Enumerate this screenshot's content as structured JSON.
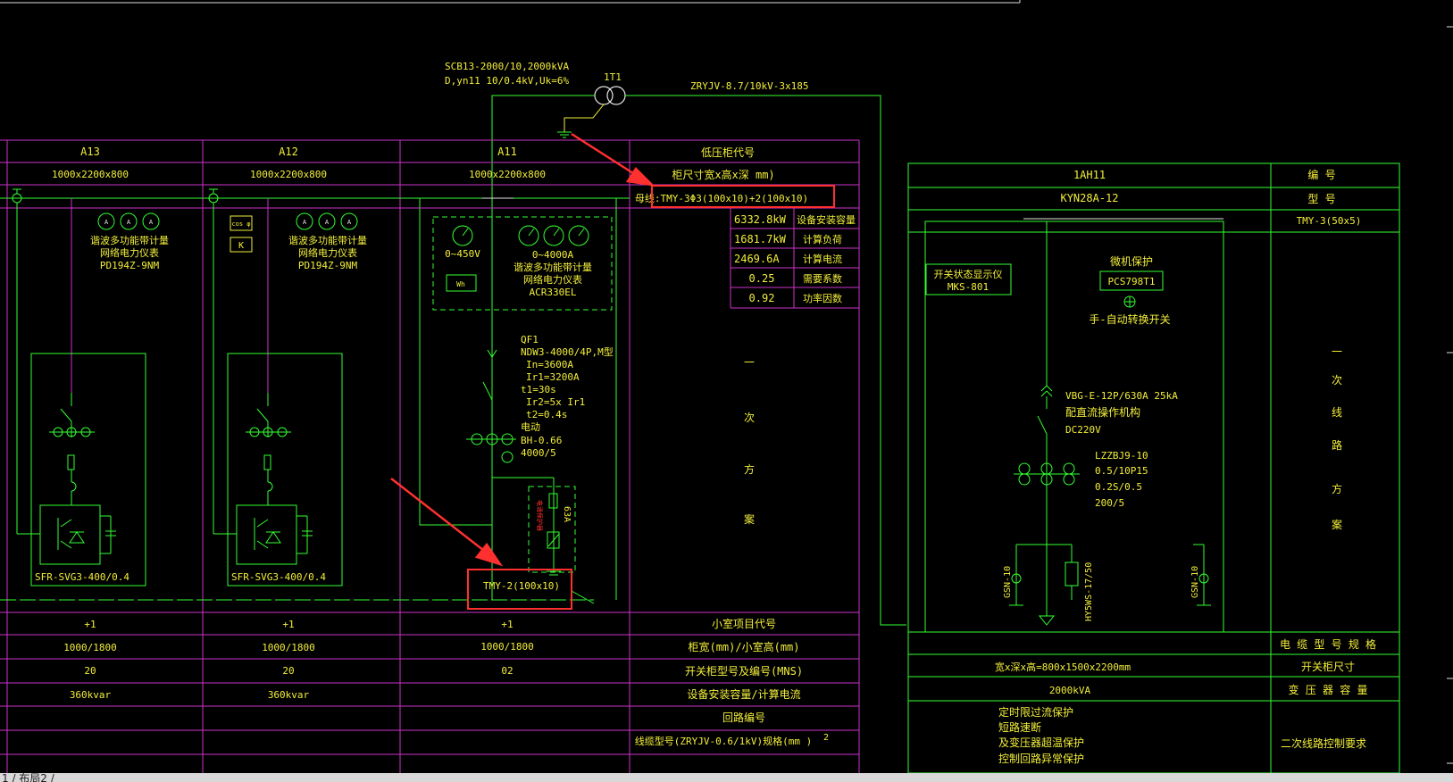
{
  "transformer": {
    "spec1": "SCB13-2000/10,2000kVA",
    "spec2": "D,yn11 10/0.4kV,Uk=6%",
    "tag": "1T1",
    "cable": "ZRYJV-8.7/10kV-3x185"
  },
  "lv": {
    "cabinets": [
      {
        "id": "A13",
        "size": "1000x2200x800",
        "meter1": "谐波多功能带计量",
        "meter2": "网络电力仪表",
        "meter3": "PD194Z-9NM",
        "svg": "SFR-SVG3-400/0.4",
        "room": "+1",
        "roomsize": "1000/1800",
        "no": "20",
        "capacity": "360kvar"
      },
      {
        "id": "A12",
        "size": "1000x2200x800",
        "meter1": "谐波多功能带计量",
        "meter2": "网络电力仪表",
        "meter3": "PD194Z-9NM",
        "svg": "SFR-SVG3-400/0.4",
        "room": "+1",
        "roomsize": "1000/1800",
        "no": "20",
        "capacity": "360kvar"
      },
      {
        "id": "A11",
        "size": "1000x2200x800",
        "room": "+1",
        "roomsize": "1000/1800",
        "no": "02",
        "capacity": ""
      }
    ],
    "a12_box_icon": "K",
    "a11": {
      "voltmeter": "0~450V",
      "wh": "Wh",
      "ammeter": "0~4000A",
      "meter1": "谐波多功能带计量",
      "meter2": "网络电力仪表",
      "meter3": "ACR330EL",
      "breaker": [
        "QF1",
        "NDW3-4000/4P,M型",
        "In=3600A",
        "Ir1=3200A",
        "t1=30s",
        "Ir2=5x Ir1",
        "t2=0.4s",
        "电动",
        "BH-0.66",
        "4000/5"
      ],
      "fuse": "63A",
      "spd": "电涌保护器",
      "bus": "TMY-2(100x10)"
    },
    "headers": {
      "code": "低压柜代号",
      "size": "柜尺寸宽x高x深 mm)",
      "busbar": "母线:TMY-3Φ3(100x10)+2(100x10)"
    },
    "loads": [
      {
        "value": "6332.8kW",
        "label": "设备安装容量"
      },
      {
        "value": "1681.7kW",
        "label": "计算负荷"
      },
      {
        "value": "2469.6A",
        "label": "计算电流"
      },
      {
        "value": "0.25",
        "label": "需要系数"
      },
      {
        "value": "0.92",
        "label": "功率因数"
      }
    ],
    "scheme": [
      "一",
      "次",
      "方",
      "案"
    ],
    "bottom_labels": [
      "小室项目代号",
      "柜宽(mm)/小室高(mm)",
      "开关柜型号及编号(MNS)",
      "设备安装容量/计算电流",
      "回路编号",
      "线缆型号(ZRYJV-0.6/1kV)规格(mm )"
    ],
    "exponent": "2"
  },
  "hv": {
    "id": "1AH11",
    "model": "KYN28A-12",
    "busbar": "TMY-3(50x5)",
    "labels": {
      "no": "编    号",
      "type": "型    号"
    },
    "display": [
      "开关状态显示仪",
      "MKS-801"
    ],
    "relay_title": "微机保护",
    "relay": "PCS798T1",
    "switch": "手-自动转换开关",
    "breaker": [
      "VBG-E-12P/630A 25kA",
      "配直流操作机构",
      "DC220V"
    ],
    "ct": [
      "LZZBJ9-10",
      "0.5/10P15",
      "0.2S/0.5",
      "200/5"
    ],
    "gsn": "GSN-10",
    "arrester": "HY5WS-17/50",
    "scheme": [
      "一",
      "次",
      "线",
      "路",
      "方",
      "案"
    ],
    "rows": [
      {
        "left": "",
        "right": "电 缆 型 号 规 格"
      },
      {
        "left": "宽x深x高=800x1500x2200mm",
        "right": "开关柜尺寸"
      },
      {
        "left": "2000kVA",
        "right": "变 压 器 容 量"
      }
    ],
    "protection": [
      "定时限过流保护",
      "短路速断",
      "及变压器超温保护",
      "控制回路异常保护"
    ],
    "control": "二次线路控制要求"
  },
  "tab": "1 / 布局2 /",
  "colors": {
    "line": "#33ff33",
    "border": "#cc33cc",
    "text": "#f2ee3a",
    "white": "#e6e6e6",
    "red": "#ff3030",
    "bg": "#000000"
  }
}
